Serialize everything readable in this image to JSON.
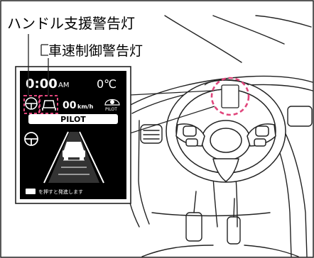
{
  "callouts": {
    "steering_assist_lamp": "ハンドル支援警告灯",
    "speed_control_lamp": "車速制御警告灯"
  },
  "meter": {
    "clock": "0:00",
    "ampm": "AM",
    "temperature": "0℃",
    "speed_value": "00",
    "speed_unit": "km/h",
    "pilot_badge": "PILOT",
    "mode": "PILOT",
    "footer_text": "を押すと発進します"
  },
  "colors": {
    "callout_dash": "#e0457b",
    "screen_bg": "#000000",
    "line": "#222222"
  }
}
